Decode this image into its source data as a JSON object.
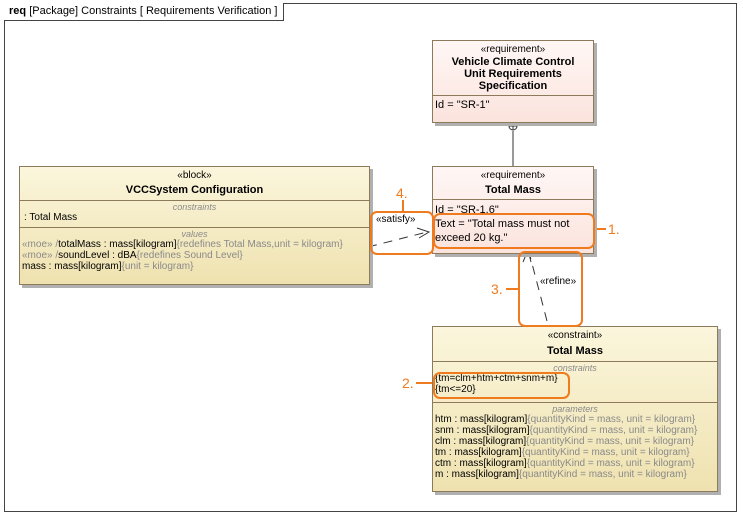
{
  "frame": {
    "kind": "req",
    "title": "[Package] Constraints [ Requirements Verification ]"
  },
  "requirement_parent": {
    "stereotype": "«requirement»",
    "name_lines": [
      "Vehicle Climate Control",
      "Unit Requirements",
      "Specification"
    ],
    "id": "Id = \"SR-1\""
  },
  "requirement_total": {
    "stereotype": "«requirement»",
    "name": "Total Mass",
    "id": "Id = \"SR-1.6\"",
    "text_lines": [
      "Text = \"Total mass must not",
      "exceed 20 kg.\""
    ]
  },
  "block": {
    "stereotype": "«block»",
    "name": "VCCSystem Configuration",
    "constraints_label": "constraints",
    "constraints": [
      ": Total Mass"
    ],
    "values_label": "values",
    "values": [
      {
        "prefix": "«moe» /",
        "name": "totalMass",
        "type": " : mass[kilogram]",
        "extra": "{redefines Total Mass,unit = kilogram}"
      },
      {
        "prefix": "«moe» /",
        "name": "soundLevel",
        "type": " : dBA",
        "extra": "{redefines Sound Level}"
      },
      {
        "prefix": "",
        "name": "mass",
        "type": " : mass[kilogram]",
        "extra": "{unit = kilogram}"
      }
    ]
  },
  "constraint_block": {
    "stereotype": "«constraint»",
    "name": "Total Mass",
    "constraints_label": "constraints",
    "constraints": [
      "{tm=clm+htm+ctm+snm+m}",
      "{tm<=20}"
    ],
    "parameters_label": "parameters",
    "parameters": [
      {
        "name": "htm",
        "type": " : mass[kilogram]",
        "extra": "{quantityKind = mass, unit = kilogram}"
      },
      {
        "name": "snm",
        "type": " : mass[kilogram]",
        "extra": "{quantityKind = mass, unit = kilogram}"
      },
      {
        "name": "clm",
        "type": " : mass[kilogram]",
        "extra": "{quantityKind = mass, unit = kilogram}"
      },
      {
        "name": "tm",
        "type": " : mass[kilogram]",
        "extra": "{quantityKind = mass, unit = kilogram}"
      },
      {
        "name": "ctm",
        "type": " : mass[kilogram]",
        "extra": "{quantityKind = mass, unit = kilogram}"
      },
      {
        "name": "m",
        "type": " : mass[kilogram]",
        "extra": "{quantityKind = mass, unit = kilogram}"
      }
    ]
  },
  "relations": {
    "satisfy": "«satisfy»",
    "refine": "«refine»"
  },
  "callouts": [
    "1.",
    "2.",
    "3.",
    "4."
  ],
  "colors": {
    "callout": "#f07a1e",
    "requirement_fill": "#fbe3dd",
    "block_fill": "#efe2b0",
    "border": "#8c7a5a"
  }
}
